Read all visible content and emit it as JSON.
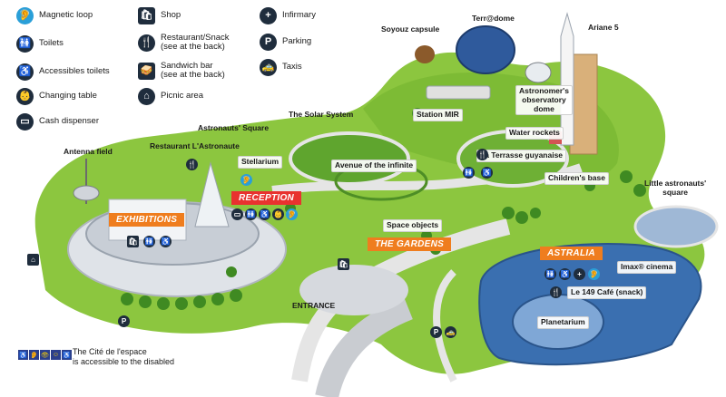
{
  "legend": {
    "col1": [
      {
        "icon": "magnetic-loop-icon",
        "glyph": "🦻",
        "label": "Magnetic loop"
      },
      {
        "icon": "toilets-icon",
        "glyph": "🚻",
        "label": "Toilets"
      },
      {
        "icon": "accessible-toilets-icon",
        "glyph": "♿",
        "label": "Accessibles toilets"
      },
      {
        "icon": "changing-table-icon",
        "glyph": "👶",
        "label": "Changing table"
      },
      {
        "icon": "cash-dispenser-icon",
        "glyph": "▭",
        "label": "Cash dispenser"
      }
    ],
    "col2": [
      {
        "icon": "shop-icon",
        "glyph": "🛍",
        "label": "Shop"
      },
      {
        "icon": "restaurant-icon",
        "glyph": "🍴",
        "label": "Restaurant/Snack\n(see at the back)"
      },
      {
        "icon": "sandwich-bar-icon",
        "glyph": "🥪",
        "label": "Sandwich bar\n(see at the back)"
      },
      {
        "icon": "picnic-area-icon",
        "glyph": "⌂",
        "label": "Picnic area"
      }
    ],
    "col3": [
      {
        "icon": "infirmary-icon",
        "glyph": "+",
        "label": "Infirmary"
      },
      {
        "icon": "parking-icon",
        "glyph": "P",
        "label": "Parking"
      },
      {
        "icon": "taxis-icon",
        "glyph": "🚕",
        "label": "Taxis"
      }
    ]
  },
  "places": {
    "soyouz_capsule": "Soyouz capsule",
    "terradome": "Terr@dome",
    "ariane5": "Ariane 5",
    "astronomers_dome": "Astronomer's\nobservatory\ndome",
    "station_mir": "Station MIR",
    "water_rockets": "Water rockets",
    "solar_system": "The Solar System",
    "astronauts_square": "Astronauts' Square",
    "restaurant_astronaute": "Restaurant L'Astronaute",
    "antenna_field": "Antenna field",
    "stellarium": "Stellarium",
    "avenue_infinite": "Avenue of the infinite",
    "terrasse_guyanaise": "La Terrasse guyanaise",
    "childrens_base": "Children's base",
    "little_astronauts_square": "Little astronauts'\nsquare",
    "space_objects": "Space objects",
    "imax_cinema": "Imax® cinema",
    "cafe_149": "Le 149 Café (snack)",
    "planetarium": "Planetarium",
    "entrance": "ENTRANCE"
  },
  "ribbons": {
    "exhibitions": "EXHIBITIONS",
    "reception": "RECEPTION",
    "gardens": "THE GARDENS",
    "astralia": "ASTRALIA"
  },
  "footer": {
    "accessibility_text": "The Cité de l'espace\nis accessible to the disabled"
  },
  "colors": {
    "grass": "#8cc63f",
    "grass_dark": "#5fa52e",
    "path": "#e5e5e5",
    "path_grey": "#c9ccd1",
    "building_blue": "#3a6fb0",
    "ribbon_orange": "#ef7d1e",
    "ribbon_red": "#e8322f",
    "icon_dark": "#1f2d3d"
  }
}
